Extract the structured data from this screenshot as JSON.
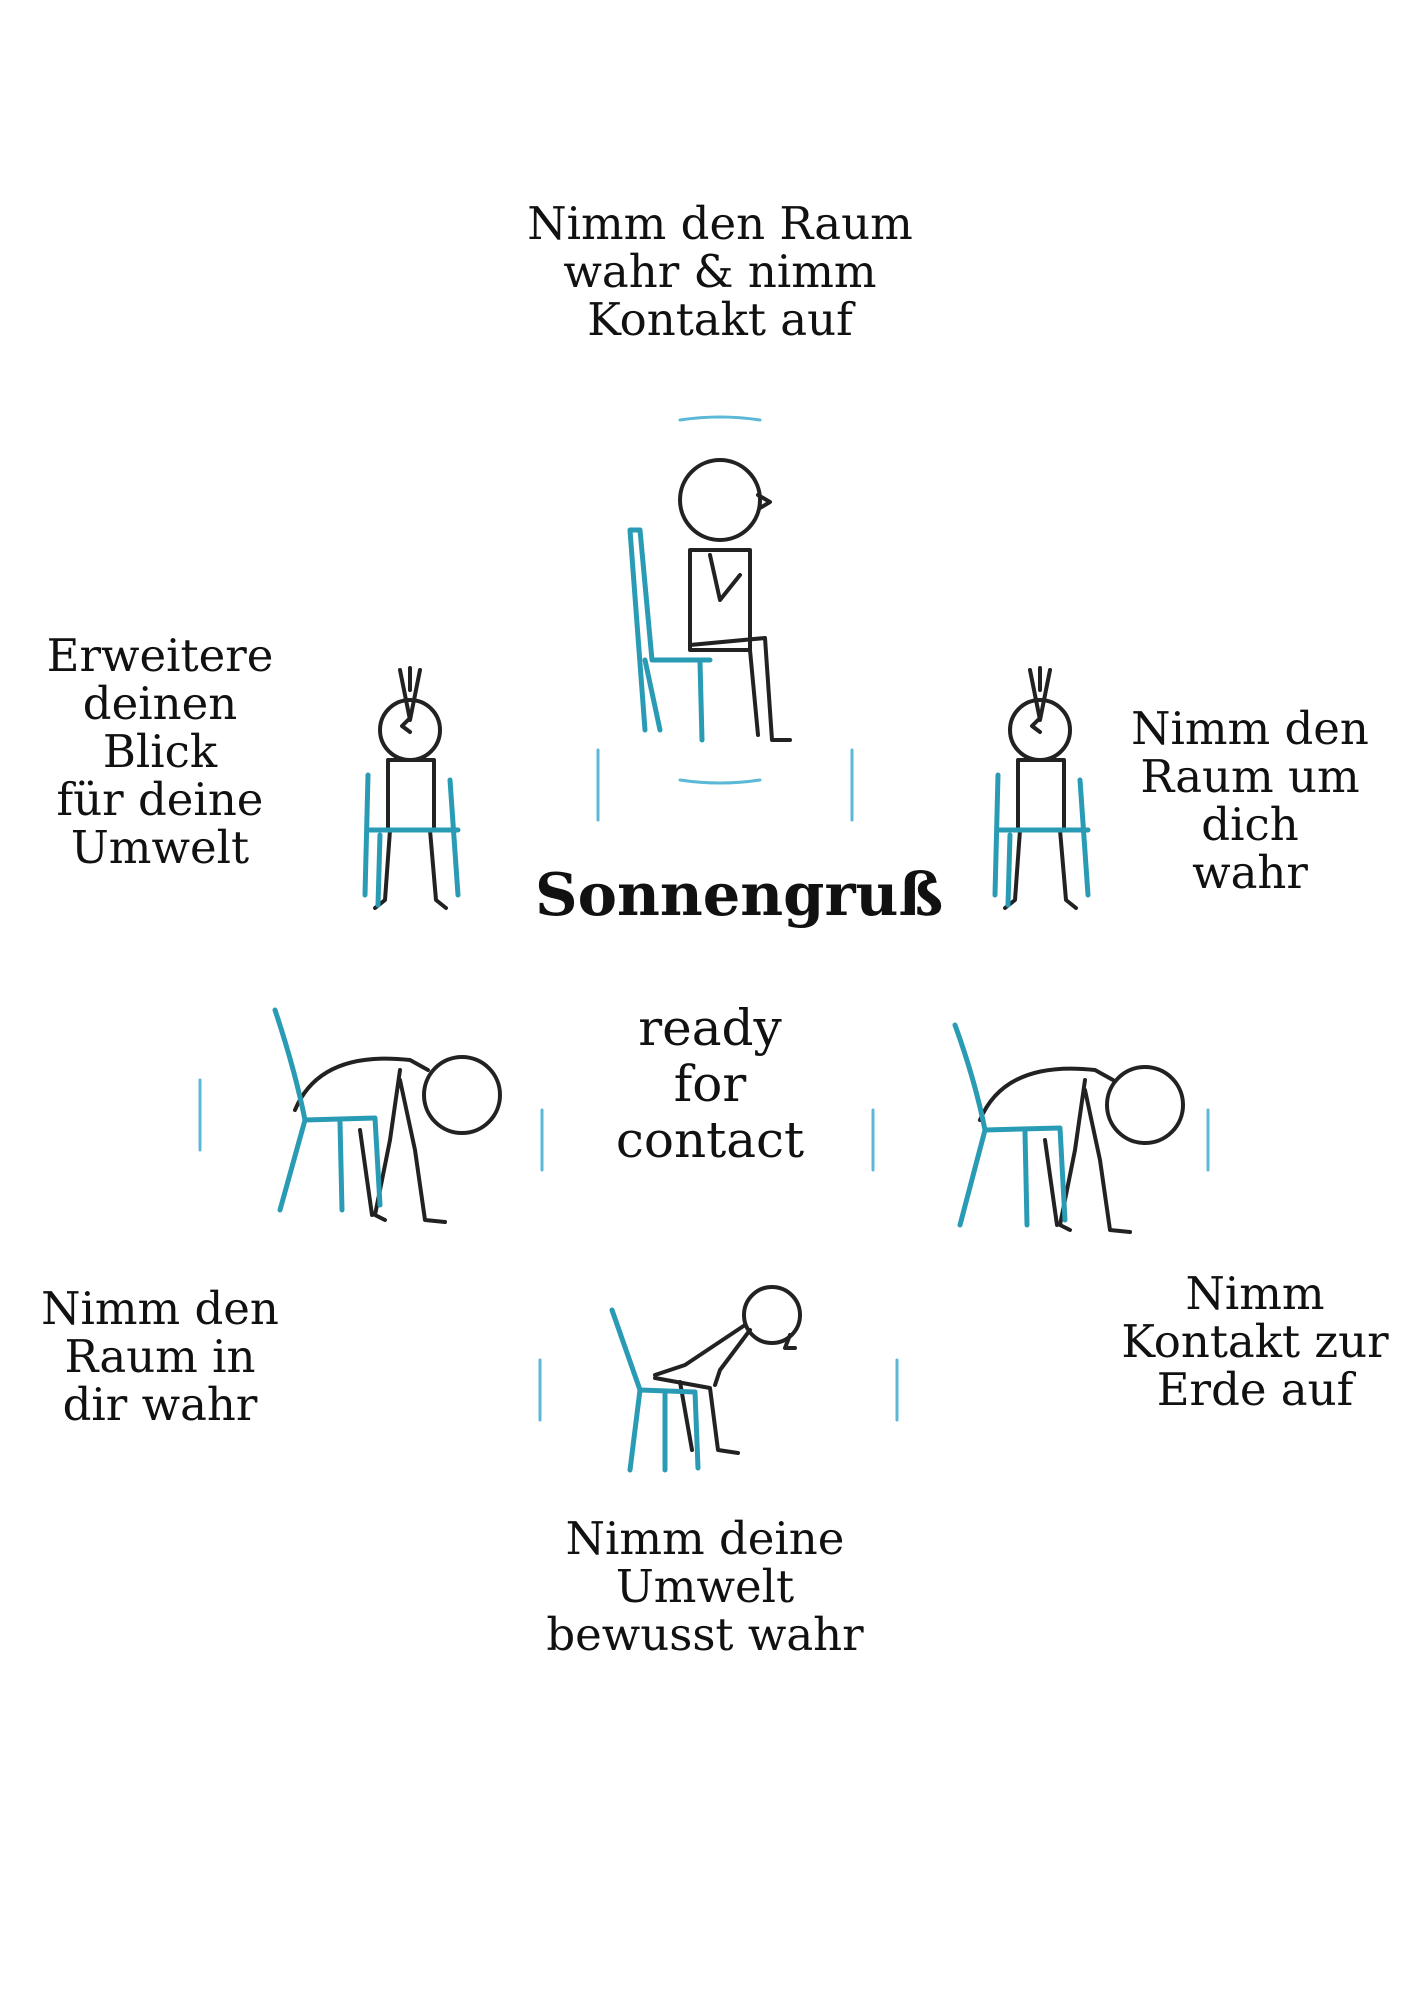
{
  "title": "Sonnengruß",
  "center_text": "ready\nfor\ncontact",
  "captions": {
    "top": "Nimm den Raum\nwahr & nimm\nKontakt auf",
    "upper_left": "Erweitere\ndeinen Blick\nfür deine\nUmwelt",
    "upper_right": "Nimm den\nRaum um dich\nwahr",
    "lower_left": "Nimm den\nRaum in\ndir wahr",
    "lower_right": "Nimm\nKontakt zur\nErde auf",
    "bottom": "Nimm deine\nUmwelt\nbewusst wahr"
  },
  "figures": {
    "top": "seated-upright-figure",
    "upper_left": "seated-arms-raised-figure",
    "upper_right": "seated-arms-raised-figure",
    "lower_left": "seated-forward-fold-figure",
    "lower_right": "seated-forward-fold-figure",
    "bottom": "seated-bent-forward-figure"
  },
  "colors": {
    "ink": "#222222",
    "chair": "#2a9bb5",
    "ring_accent": "#5bb8d6"
  }
}
